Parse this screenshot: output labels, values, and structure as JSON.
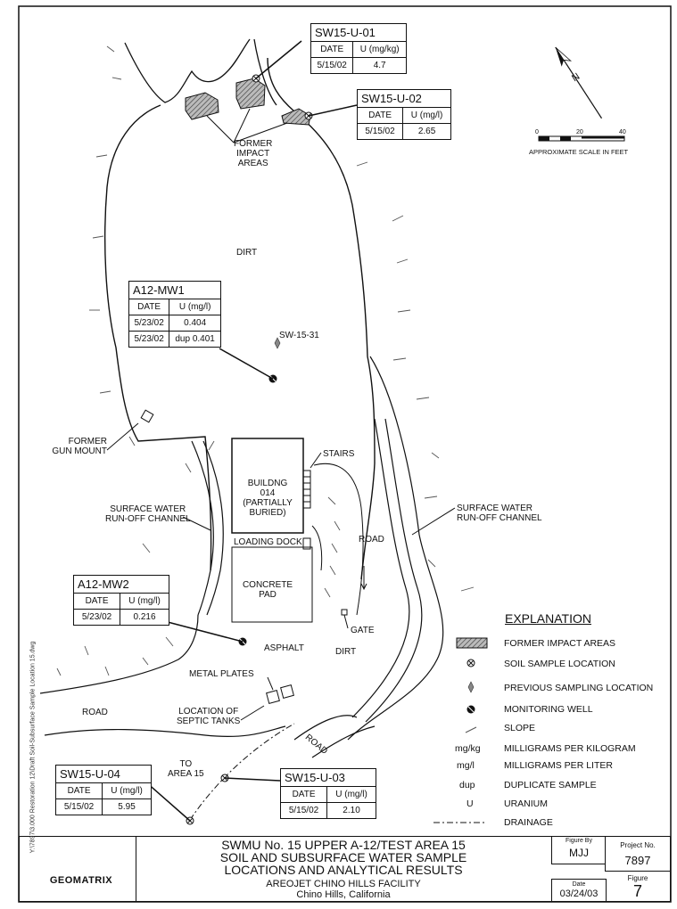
{
  "labels": {
    "dirt_top": "DIRT",
    "former_impact": [
      "FORMER",
      "IMPACT",
      "AREAS"
    ],
    "sw1531": "SW-15-31",
    "former_gun": [
      "FORMER",
      "GUN MOUNT"
    ],
    "stairs": "STAIRS",
    "building": [
      "BUILDNG",
      "014",
      "(PARTIALLY",
      "BURIED)"
    ],
    "loading_dock": "LOADING DOCK",
    "concrete_pad": [
      "CONCRETE",
      "PAD"
    ],
    "road_right": "ROAD",
    "surface_left": [
      "SURFACE WATER",
      "RUN-OFF CHANNEL"
    ],
    "surface_right": [
      "SURFACE WATER",
      "RUN-OFF CHANNEL"
    ],
    "gate": "GATE",
    "asphalt": "ASPHALT",
    "dirt_low": "DIRT",
    "metal_plates": "METAL PLATES",
    "septic": [
      "LOCATION OF",
      "SEPTIC TANKS"
    ],
    "road_left": "ROAD",
    "road_diag": "ROAD",
    "to_area": [
      "TO",
      "AREA 15"
    ]
  },
  "north": "N",
  "scale": {
    "ticks": [
      "0",
      "20",
      "40"
    ],
    "caption": "APPROXIMATE SCALE IN FEET"
  },
  "samples": [
    {
      "id": "SW15-U-01",
      "unit": "U (mg/kg)",
      "rows": [
        [
          "5/15/02",
          "4.7"
        ]
      ]
    },
    {
      "id": "SW15-U-02",
      "unit": "U (mg/l)",
      "rows": [
        [
          "5/15/02",
          "2.65"
        ]
      ]
    },
    {
      "id": "A12-MW1",
      "unit": "U (mg/l)",
      "rows": [
        [
          "5/23/02",
          "0.404"
        ],
        [
          "5/23/02",
          "dup 0.401"
        ]
      ]
    },
    {
      "id": "A12-MW2",
      "unit": "U (mg/l)",
      "rows": [
        [
          "5/23/02",
          "0.216"
        ]
      ]
    },
    {
      "id": "SW15-U-04",
      "unit": "U (mg/l)",
      "rows": [
        [
          "5/15/02",
          "5.95"
        ]
      ]
    },
    {
      "id": "SW15-U-03",
      "unit": "U (mg/l)",
      "rows": [
        [
          "5/15/02",
          "2.10"
        ]
      ]
    }
  ],
  "date_header": "DATE",
  "explanation": {
    "title": "EXPLANATION",
    "items": [
      {
        "key": "",
        "text": "FORMER IMPACT AREAS"
      },
      {
        "key": "",
        "text": "SOIL SAMPLE LOCATION"
      },
      {
        "key": "",
        "text": "PREVIOUS SAMPLING LOCATION"
      },
      {
        "key": "",
        "text": "MONITORING WELL"
      },
      {
        "key": "",
        "text": "SLOPE"
      },
      {
        "key": "mg/kg",
        "text": "MILLIGRAMS PER KILOGRAM"
      },
      {
        "key": "mg/l",
        "text": "MILLIGRAMS PER LITER"
      },
      {
        "key": "dup",
        "text": "DUPLICATE SAMPLE"
      },
      {
        "key": "U",
        "text": "URANIUM"
      },
      {
        "key": "",
        "text": "DRAINAGE"
      }
    ]
  },
  "title_block": {
    "logo": "GEOMATRIX",
    "line1": "SWMU No. 15 UPPER A-12/TEST AREA 15",
    "line2": "SOIL AND SUBSURFACE WATER SAMPLE",
    "line3": "LOCATIONS AND ANALYTICAL RESULTS",
    "line4": "AREOJET CHINO HILLS FACILITY",
    "line5": "Chino Hills, California",
    "figure_by_label": "Figure By",
    "figure_by": "MJJ",
    "project_label": "Project No.",
    "project": "7897",
    "date_label": "Date",
    "date": "03/24/03",
    "figure_label": "Figure",
    "figure": "7"
  },
  "side_note": "Y:\\7897\\3.000 Restoration 12\\Draft Soil-Subsurface Sample Location 15.dwg"
}
